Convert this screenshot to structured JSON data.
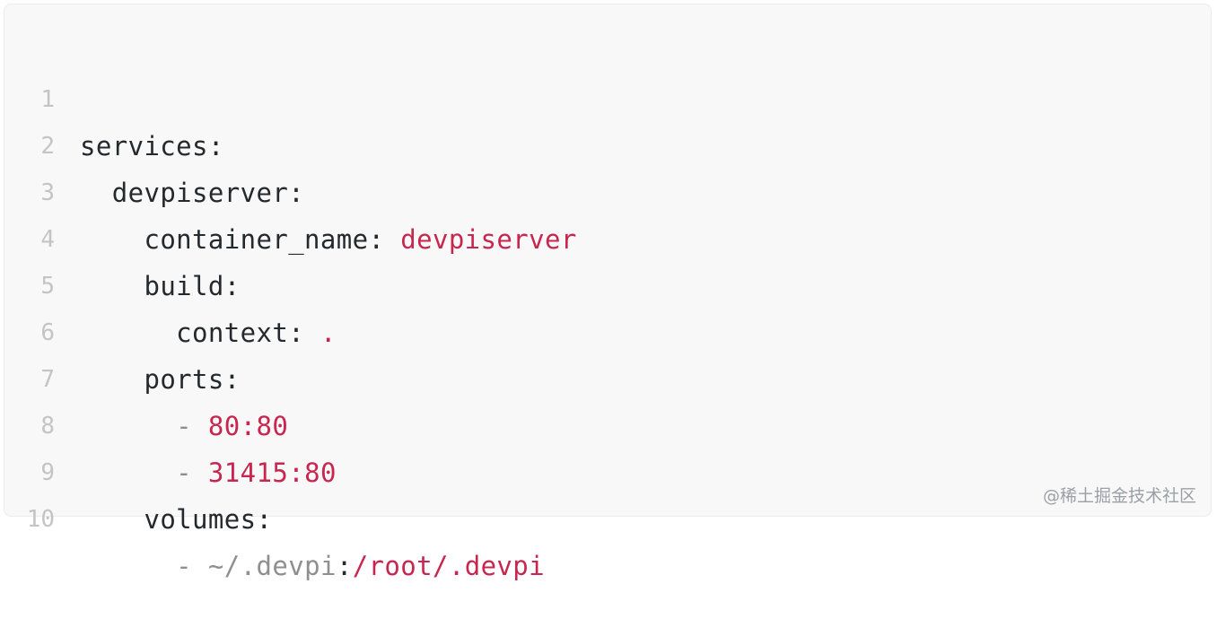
{
  "editor": {
    "lines": [
      {
        "num": "1",
        "indent": "",
        "key": "services:",
        "sep": "",
        "value": ""
      },
      {
        "num": "2",
        "indent": "  ",
        "key": "devpiserver:",
        "sep": "",
        "value": ""
      },
      {
        "num": "3",
        "indent": "    ",
        "key": "container_name:",
        "sep": " ",
        "value": "devpiserver"
      },
      {
        "num": "4",
        "indent": "    ",
        "key": "build:",
        "sep": "",
        "value": ""
      },
      {
        "num": "5",
        "indent": "      ",
        "key": "context:",
        "sep": " ",
        "value": "."
      },
      {
        "num": "6",
        "indent": "    ",
        "key": "ports:",
        "sep": "",
        "value": ""
      },
      {
        "num": "7",
        "indent": "      ",
        "dash": "-",
        "value": "80:80"
      },
      {
        "num": "8",
        "indent": "      ",
        "dash": "-",
        "value": "31415:80"
      },
      {
        "num": "9",
        "indent": "    ",
        "key": "volumes:",
        "sep": "",
        "value": ""
      },
      {
        "num": "10",
        "indent": "      ",
        "dash": "-",
        "muted": "~/.devpi",
        "colon": ":",
        "value": "/root/.devpi"
      }
    ]
  },
  "watermark": "@稀土掘金技术社区",
  "colors": {
    "background": "#f8f8f8",
    "text": "#24292e",
    "string": "#c8264e",
    "line_number": "#c4c4c4",
    "muted": "#8f8f8f"
  }
}
